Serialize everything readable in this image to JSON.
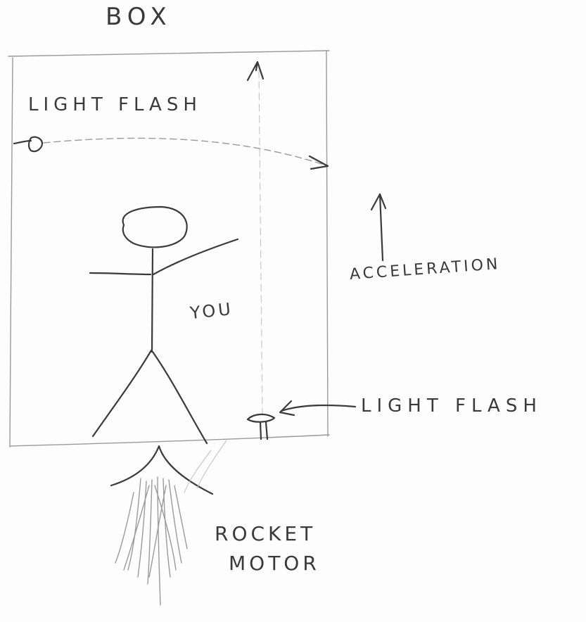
{
  "labels": {
    "box": "BOX",
    "light_flash_top": "LIGHT FLASH",
    "you": "YOU",
    "acceleration": "ACCELERATION",
    "light_flash_bottom": "LIGHT FLASH",
    "rocket": "ROCKET",
    "motor": "MOTOR"
  },
  "colors": {
    "pencil": "#3a3a3a",
    "paper": "#fdfdfd"
  }
}
